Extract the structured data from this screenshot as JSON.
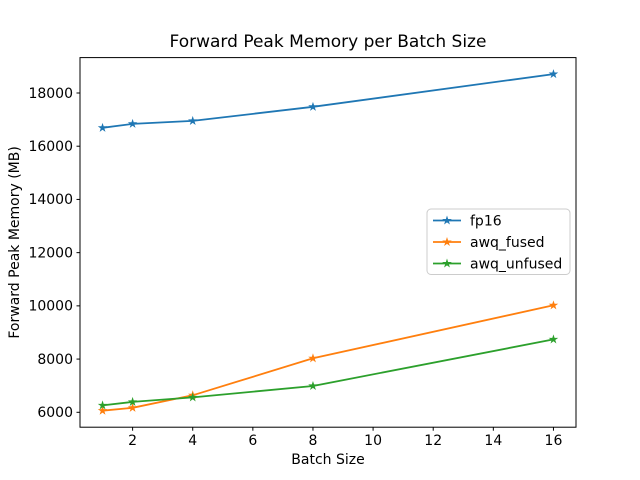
{
  "chart_data": {
    "type": "line",
    "title": "Forward Peak Memory per Batch Size",
    "xlabel": "Batch Size",
    "ylabel": "Forward Peak Memory (MB)",
    "x": [
      1,
      2,
      4,
      8,
      16
    ],
    "series": [
      {
        "name": "fp16",
        "color": "#1f77b4",
        "values": [
          16690,
          16840,
          16950,
          17480,
          18710
        ]
      },
      {
        "name": "awq_fused",
        "color": "#ff7f0e",
        "values": [
          6060,
          6170,
          6640,
          8030,
          10020
        ]
      },
      {
        "name": "awq_unfused",
        "color": "#2ca02c",
        "values": [
          6260,
          6390,
          6560,
          6990,
          8740
        ]
      }
    ],
    "xlim": [
      0.25,
      16.75
    ],
    "ylim": [
      5440,
      19330
    ],
    "xticks": [
      2,
      4,
      6,
      8,
      10,
      12,
      14,
      16
    ],
    "yticks": [
      6000,
      8000,
      10000,
      12000,
      14000,
      16000,
      18000
    ],
    "marker": "star",
    "grid": false,
    "legend_position": "center right",
    "axes_color": "#000000",
    "legend_border_color": "#cccccc",
    "background": "#ffffff"
  }
}
